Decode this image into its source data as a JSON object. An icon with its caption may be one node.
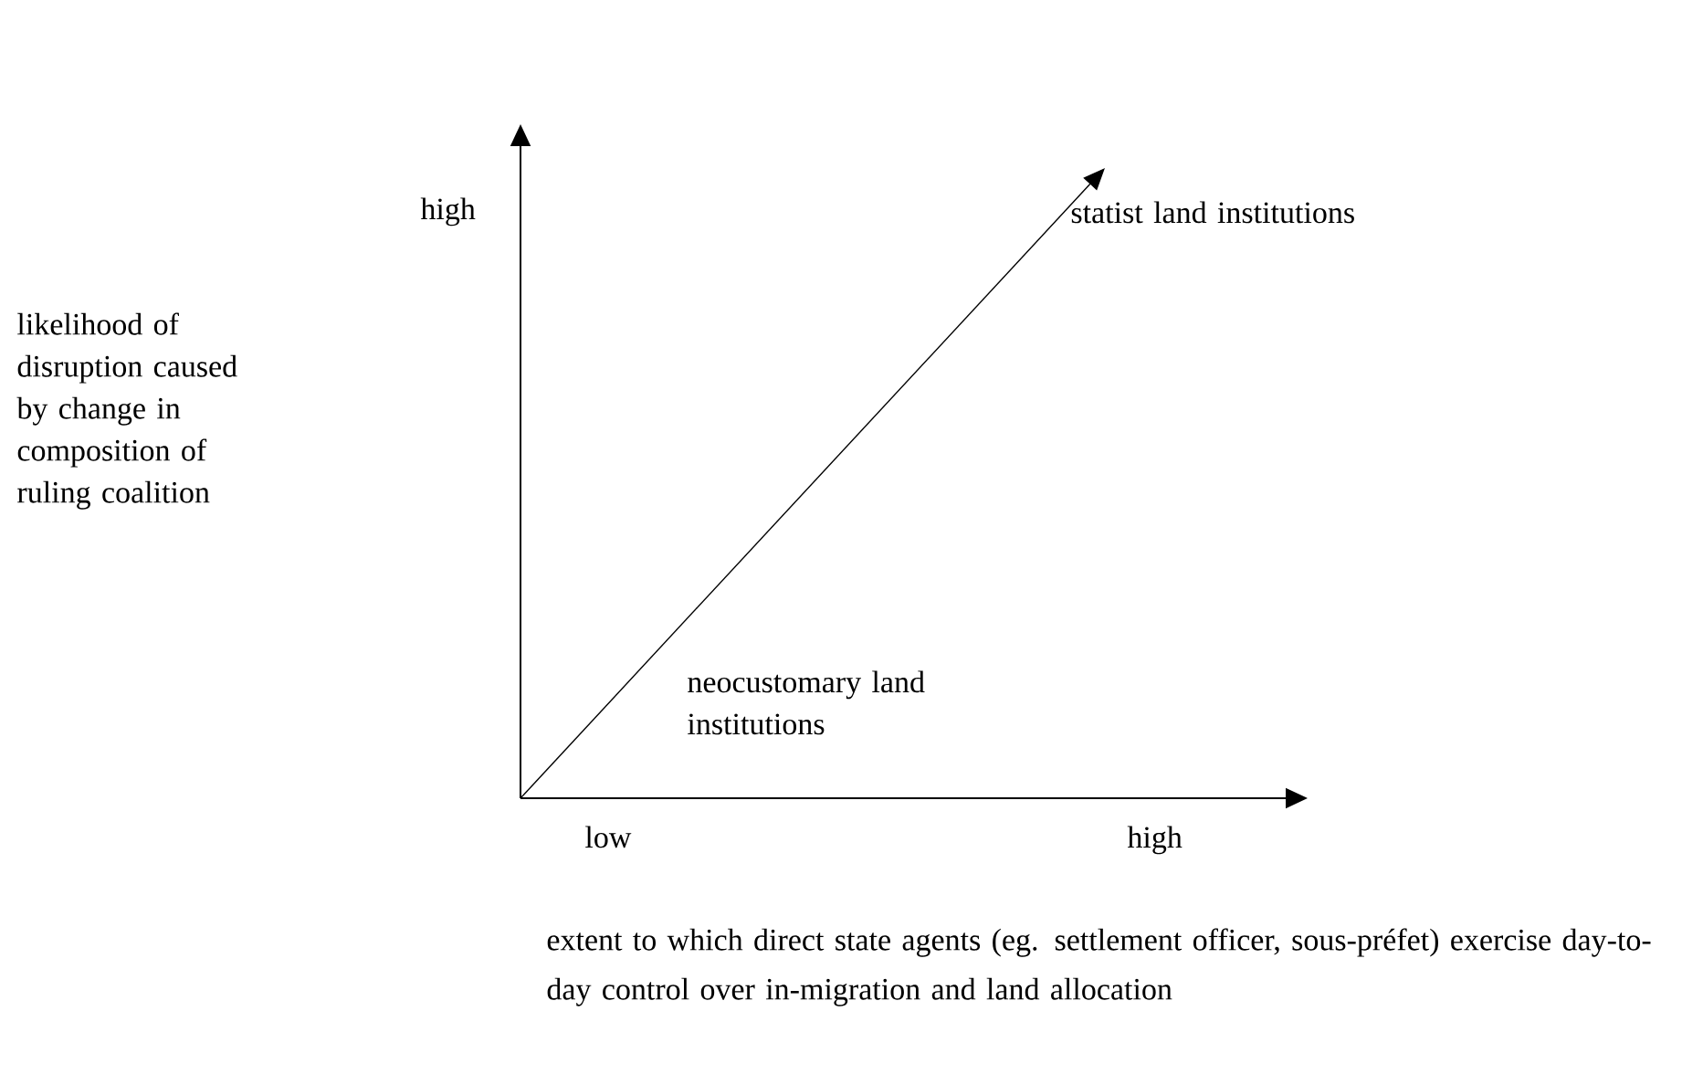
{
  "diagram": {
    "labels": [
      "high",
      "statist land institutions",
      "likelihood of disruption caused by change in composition of ruling coalition",
      "neocustomary land institutions",
      "low",
      "high",
      "extent to which direct state agents (eg. settlement officer, sous-préfet) exercise day-to-day control over in-migration and land allocation"
    ]
  }
}
